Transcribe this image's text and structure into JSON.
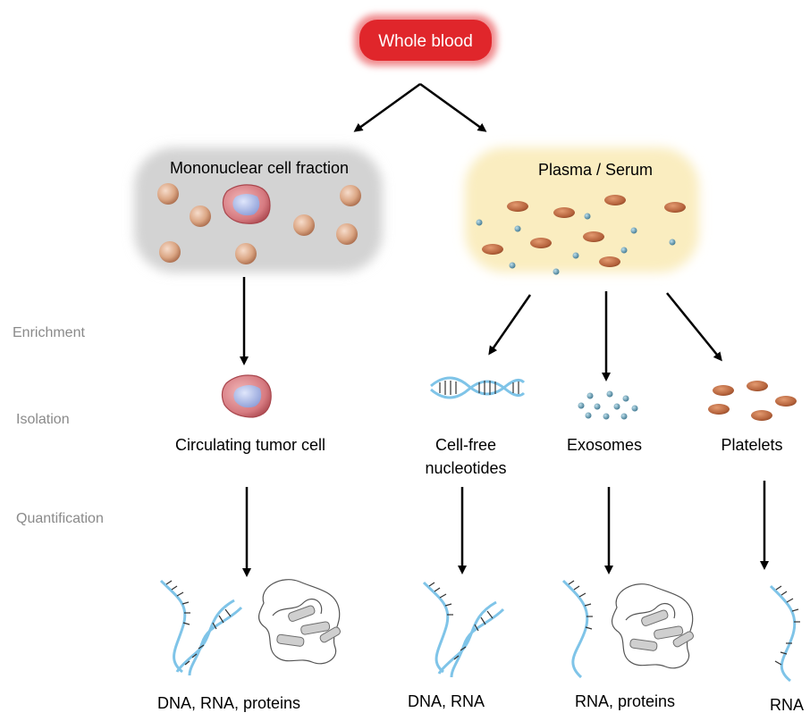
{
  "root": {
    "label": "Whole blood",
    "color": "#e0262b"
  },
  "fractions": {
    "left": {
      "label": "Mononuclear cell fraction",
      "bg": "#d9d9d9"
    },
    "right": {
      "label": "Plasma / Serum",
      "bg": "#fbefc2"
    }
  },
  "stages": {
    "enrichment": "Enrichment",
    "isolation": "Isolation",
    "quantification": "Quantification"
  },
  "components": {
    "ctc": "Circulating tumor cell",
    "cfn_line1": "Cell-free",
    "cfn_line2": "nucleotides",
    "exosomes": "Exosomes",
    "platelets": "Platelets"
  },
  "outputs": {
    "ctc": "DNA, RNA, proteins",
    "cfn": "DNA, RNA",
    "exosomes": "RNA, proteins",
    "platelets": "RNA"
  },
  "colors": {
    "nucleic_acid": "#7fc4e8",
    "platelet": "#b5633c",
    "exosome": "#5a8fa6",
    "lymphocyte": "#d9a07c",
    "tumor_cell": "#c96a70",
    "nucleus": "#9fb0e0",
    "stage_label": "#8a8a8a"
  }
}
